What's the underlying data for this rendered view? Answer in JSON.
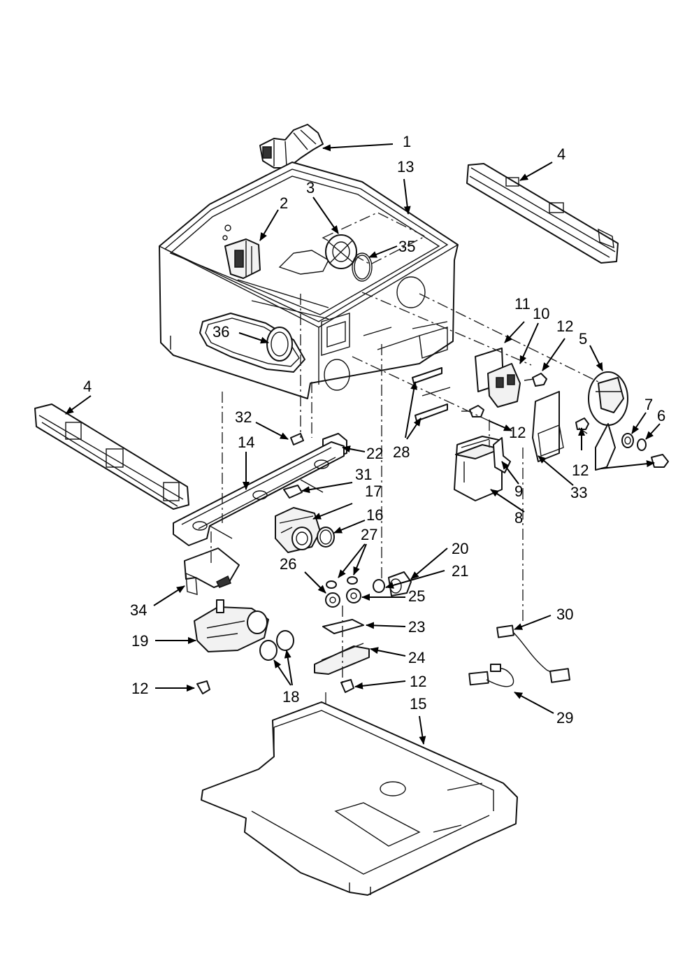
{
  "diagram": {
    "callouts": {
      "c1": "1",
      "c2": "2",
      "c3": "3",
      "c4a": "4",
      "c4b": "4",
      "c5": "5",
      "c6": "6",
      "c7": "7",
      "c8": "8",
      "c9": "9",
      "c10": "10",
      "c11": "11",
      "c12a": "12",
      "c12b": "12",
      "c12c": "12",
      "c12d": "12",
      "c12e": "12",
      "c13": "13",
      "c14": "14",
      "c15": "15",
      "c16": "16",
      "c17": "17",
      "c18": "18",
      "c19": "19",
      "c20": "20",
      "c21": "21",
      "c22": "22",
      "c23": "23",
      "c24": "24",
      "c25": "25",
      "c26": "26",
      "c27": "27",
      "c28": "28",
      "c29": "29",
      "c30": "30",
      "c31": "31",
      "c32": "32",
      "c33": "33",
      "c34": "34",
      "c35": "35",
      "c36": "36"
    }
  }
}
